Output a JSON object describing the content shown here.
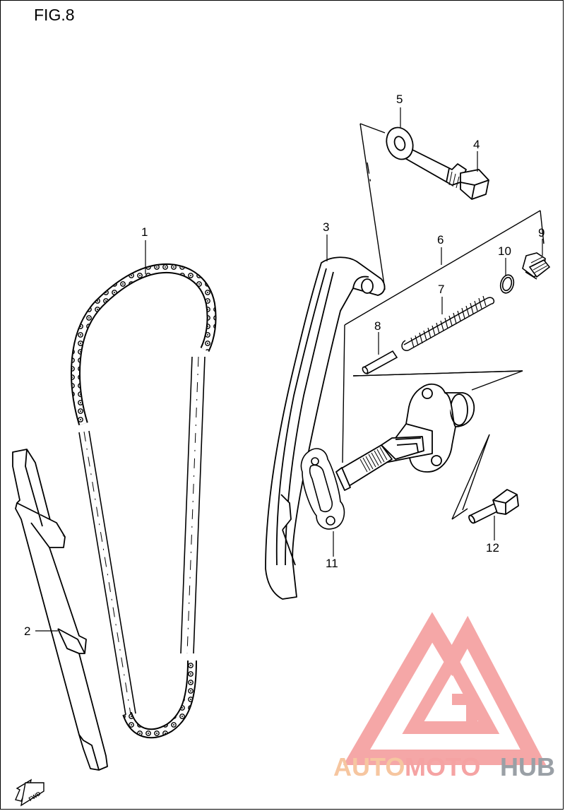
{
  "figure": {
    "title": "FIG.8"
  },
  "callouts": [
    "1",
    "2",
    "3",
    "4",
    "5",
    "6",
    "7",
    "8",
    "9",
    "10",
    "11",
    "12"
  ],
  "orientation": {
    "label": "FWD"
  },
  "watermark": {
    "brand_part1": "AUTO",
    "brand_part2": "MOTO",
    "brand_part3": "HUB",
    "colors": {
      "auto": "#f6c6a0",
      "moto": "#f5a3a3",
      "hub": "#9aa0a6",
      "logo_triangle": "#f28a8a"
    }
  }
}
